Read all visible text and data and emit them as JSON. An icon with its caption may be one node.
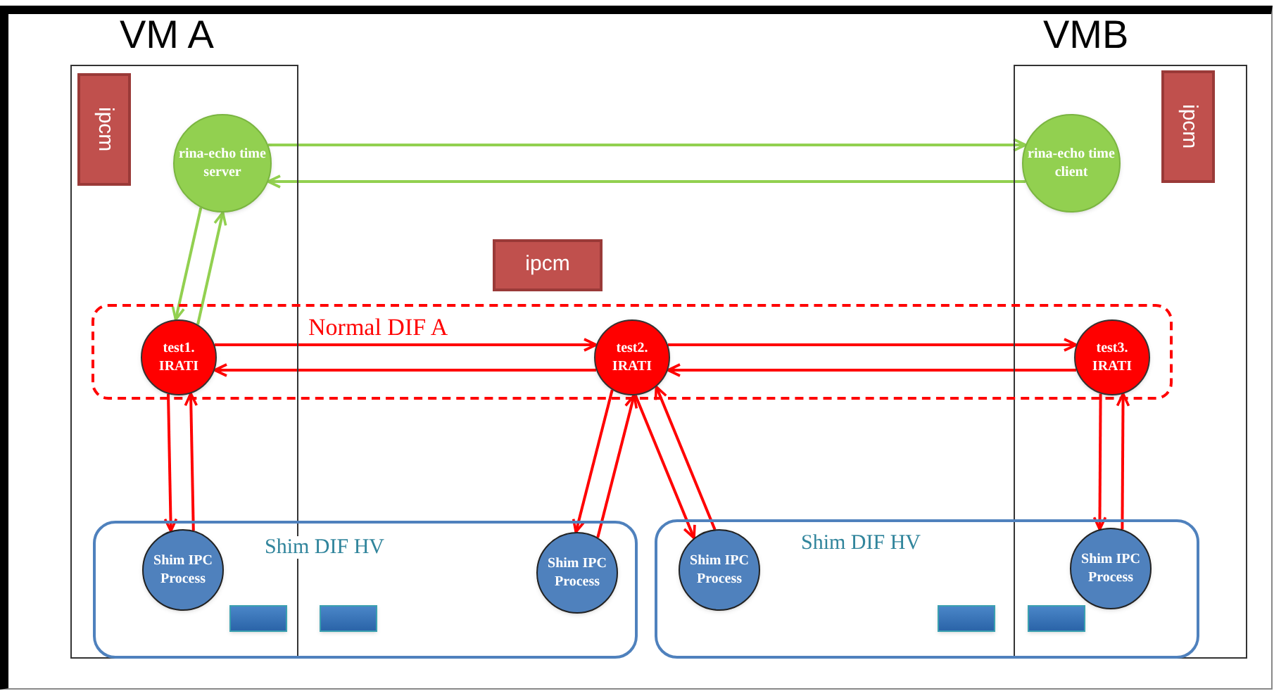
{
  "diagram": {
    "nodes": [
      {
        "text": [
          "VM A"
        ]
      },
      {
        "text": [
          "VMB"
        ]
      },
      {
        "text": [
          "ipcm"
        ],
        "in": 0
      },
      {
        "text": [
          "rina-echo time server"
        ],
        "in": 0
      },
      {
        "text": [
          "rina-echo time client"
        ],
        "in": 1
      },
      {
        "text": [
          "ipcm"
        ],
        "in": 1
      },
      {
        "text": [
          "ipcm"
        ]
      },
      {
        "text": [
          "Normal DIF A"
        ]
      },
      {
        "text": [
          "test1. IRATI"
        ]
      },
      {
        "text": [
          "test2. IRATI"
        ],
        "in": 7
      },
      {
        "text": [
          "test3. IRATI"
        ]
      },
      {
        "text": [
          "Shim DIF HV"
        ]
      },
      {
        "text": [
          "Shim IPC Process"
        ]
      },
      {
        "text": [
          "Shim IPC Process"
        ],
        "in": 11
      },
      {
        "text": [],
        "shape": "bar"
      },
      {
        "text": [],
        "shape": "bar",
        "in": 11
      },
      {
        "text": [
          "Shim DIF HV"
        ]
      },
      {
        "text": [
          "Shim IPC Process"
        ],
        "in": 16
      },
      {
        "text": [
          "Shim IPC Process"
        ]
      },
      {
        "text": [],
        "shape": "bar",
        "in": 16
      },
      {
        "text": [],
        "shape": "bar"
      }
    ],
    "edges": [
      {
        "from": 3,
        "to": 4,
        "arrow": "to",
        "color": "#92d050"
      },
      {
        "from": 4,
        "to": 3,
        "arrow": "to",
        "color": "#92d050"
      },
      {
        "from": 3,
        "to": 8,
        "arrow": "to",
        "color": "#92d050"
      },
      {
        "from": 8,
        "to": 3,
        "arrow": "to",
        "color": "#92d050"
      },
      {
        "from": 8,
        "to": 9,
        "arrow": "to"
      },
      {
        "from": 9,
        "to": 8,
        "arrow": "to"
      },
      {
        "from": 9,
        "to": 10,
        "arrow": "to"
      },
      {
        "from": 10,
        "to": 9,
        "arrow": "to"
      },
      {
        "from": 8,
        "to": 12,
        "arrow": "to"
      },
      {
        "from": 12,
        "to": 8,
        "arrow": "to"
      },
      {
        "from": 9,
        "to": 13,
        "arrow": "to"
      },
      {
        "from": 13,
        "to": 9,
        "arrow": "to"
      },
      {
        "from": 9,
        "to": 17,
        "arrow": "to"
      },
      {
        "from": 17,
        "to": 9,
        "arrow": "to"
      },
      {
        "from": 10,
        "to": 18,
        "arrow": "to"
      },
      {
        "from": 18,
        "to": 10,
        "arrow": "to"
      }
    ]
  }
}
